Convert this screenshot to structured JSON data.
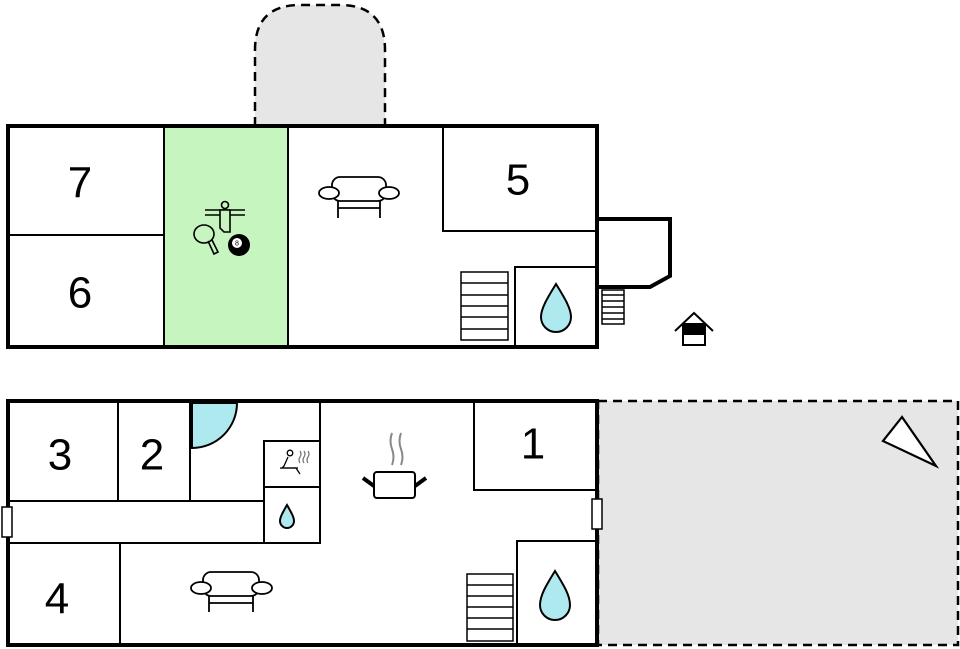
{
  "plan": {
    "title": "Floor plan",
    "colors": {
      "wall": "#000000",
      "activity_room": "#c7f5bf",
      "terrace": "#e6e6e6",
      "water": "#aee9ef",
      "background": "#ffffff"
    },
    "upper_floor": {
      "rooms": [
        {
          "label": "7",
          "type": "bedroom"
        },
        {
          "label": "6",
          "type": "bedroom"
        },
        {
          "label": "5",
          "type": "bedroom"
        }
      ],
      "icons": [
        "table-football-icon",
        "table-tennis-icon",
        "billiard-ball-icon",
        "sofa-icon",
        "stairs-icon",
        "bathroom-water-icon",
        "entrance-stairs-icon",
        "house-entrance-icon"
      ],
      "billiard_ball_number": "8"
    },
    "lower_floor": {
      "rooms": [
        {
          "label": "3",
          "type": "bedroom"
        },
        {
          "label": "2",
          "type": "bedroom"
        },
        {
          "label": "1",
          "type": "bedroom"
        },
        {
          "label": "4",
          "type": "bedroom"
        }
      ],
      "icons": [
        "sauna-icon",
        "bathroom-water-icon",
        "kitchen-pot-icon",
        "sofa-icon",
        "stairs-icon",
        "bathroom-water-icon",
        "compass-north-icon"
      ]
    }
  }
}
